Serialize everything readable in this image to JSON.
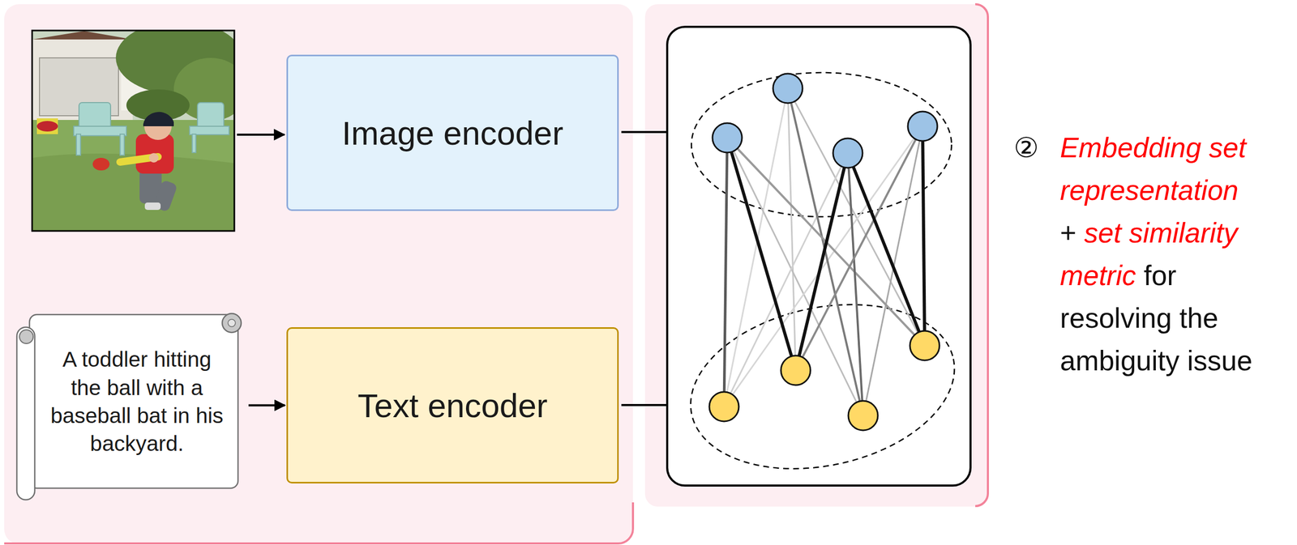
{
  "diagram": {
    "nodes": [
      {
        "text": [
          "Image encoder"
        ]
      },
      {
        "text": [
          "A toddler hitting the ball with a baseball bat in his backyard."
        ]
      },
      {
        "text": [
          "Text encoder"
        ]
      }
    ],
    "edges": [
      {
        "from": 1,
        "to": 2,
        "arrow": "to"
      }
    ],
    "labels": [
      "②",
      "Embedding set representation",
      "+",
      "set similarity metric",
      "for resolving the ambiguity issue"
    ]
  }
}
